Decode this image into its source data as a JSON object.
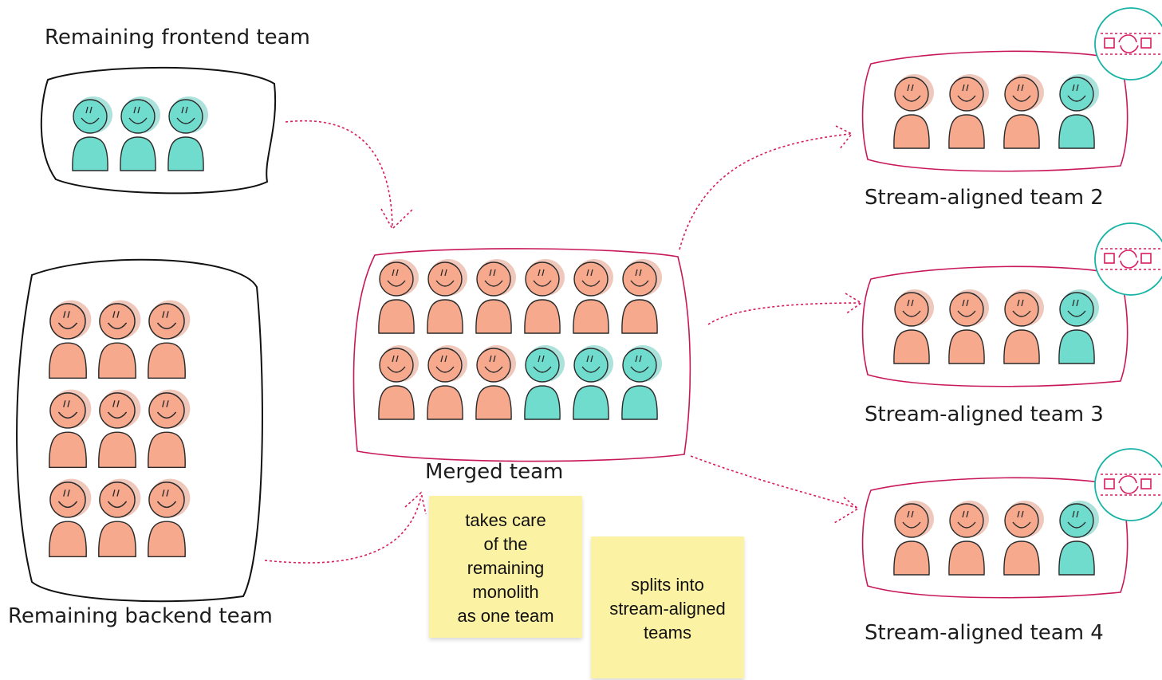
{
  "labels": {
    "frontend": "Remaining frontend team",
    "backend": "Remaining backend team",
    "merged": "Merged team",
    "stream2": "Stream-aligned team 2",
    "stream3": "Stream-aligned team 3",
    "stream4": "Stream-aligned team 4"
  },
  "notes": {
    "merged_note": [
      "takes care",
      "of the",
      "remaining",
      "monolith",
      "as one team"
    ],
    "split_note": [
      "splits into",
      "stream-aligned",
      "teams"
    ]
  },
  "teams": {
    "frontend": [
      "frontend",
      "frontend",
      "frontend"
    ],
    "backend": [
      [
        "backend",
        "backend",
        "backend"
      ],
      [
        "backend",
        "backend",
        "backend"
      ],
      [
        "backend",
        "backend",
        "backend"
      ]
    ],
    "merged": [
      [
        "backend",
        "backend",
        "backend",
        "backend",
        "backend",
        "backend"
      ],
      [
        "backend",
        "backend",
        "backend",
        "frontend",
        "frontend",
        "frontend"
      ]
    ],
    "stream2": [
      "backend",
      "backend",
      "backend",
      "frontend"
    ],
    "stream3": [
      "backend",
      "backend",
      "backend",
      "frontend"
    ],
    "stream4": [
      "backend",
      "backend",
      "backend",
      "frontend"
    ]
  },
  "colors": {
    "backend": "#f7a98e",
    "frontend": "#6fdccd",
    "outline": "#2a2a2a",
    "stream_border": "#c8185a",
    "arrow": "#d81b60",
    "badge": "#19b3a6",
    "note_bg": "#fcf2a3"
  },
  "icons": {
    "stream_badge": "stream-aligned-flow-icon",
    "person": "person-icon"
  }
}
